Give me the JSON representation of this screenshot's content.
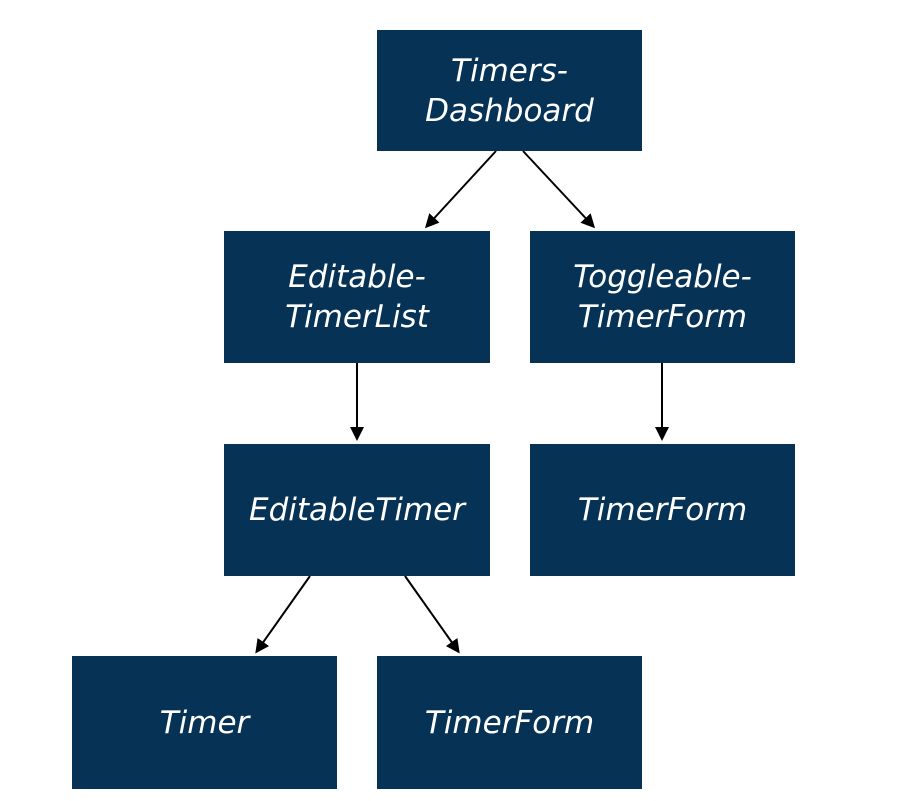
{
  "diagram": {
    "nodes": {
      "timers_dashboard": "Timers-\nDashboard",
      "editable_timer_list": "Editable-\nTimerList",
      "toggleable_timer_form": "Toggleable-\nTimerForm",
      "editable_timer": "EditableTimer",
      "timer_form_right": "TimerForm",
      "timer": "Timer",
      "timer_form_bottom": "TimerForm"
    },
    "edges": [
      {
        "from": "timers_dashboard",
        "to": "editable_timer_list"
      },
      {
        "from": "timers_dashboard",
        "to": "toggleable_timer_form"
      },
      {
        "from": "editable_timer_list",
        "to": "editable_timer"
      },
      {
        "from": "toggleable_timer_form",
        "to": "timer_form_right"
      },
      {
        "from": "editable_timer",
        "to": "timer"
      },
      {
        "from": "editable_timer",
        "to": "timer_form_bottom"
      }
    ],
    "colors": {
      "node_fill": "#053255",
      "node_text": "#ffffff",
      "edge": "#000000",
      "background": "#ffffff"
    }
  }
}
